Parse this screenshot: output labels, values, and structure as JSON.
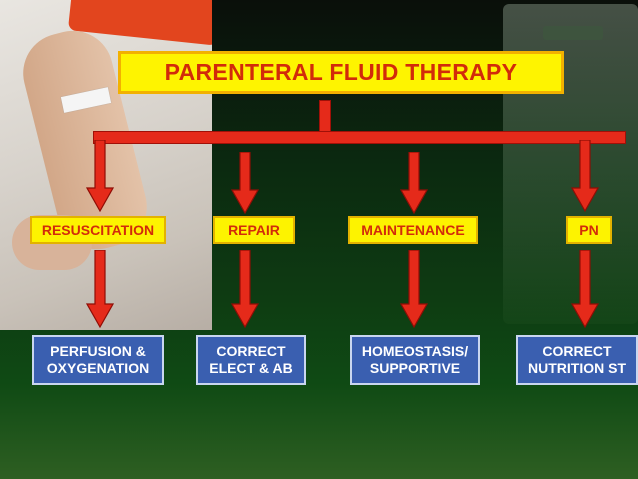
{
  "title": "PARENTERAL FLUID THERAPY",
  "colors": {
    "title_bg": "#fef400",
    "title_text": "#d22b0a",
    "connector": "#e52a1a",
    "top_label_bg": "#fdf300",
    "bottom_label_bg": "#3a5fb0",
    "bottom_label_text": "#ffffff"
  },
  "branches": [
    {
      "label": "RESUSCITATION",
      "outcome_line1": "PERFUSION &",
      "outcome_line2": "OXYGENATION"
    },
    {
      "label": "REPAIR",
      "outcome_line1": "CORRECT",
      "outcome_line2": "ELECT & AB"
    },
    {
      "label": "MAINTENANCE",
      "outcome_line1": "HOMEOSTASIS/",
      "outcome_line2": "SUPPORTIVE"
    },
    {
      "label": "PN",
      "outcome_line1": "CORRECT",
      "outcome_line2": "NUTRITION ST"
    }
  ],
  "icons": {
    "left_photo": "patient-arm-iv-photo",
    "right_photo": "document-photo",
    "arrow": "arrow-down-icon"
  }
}
